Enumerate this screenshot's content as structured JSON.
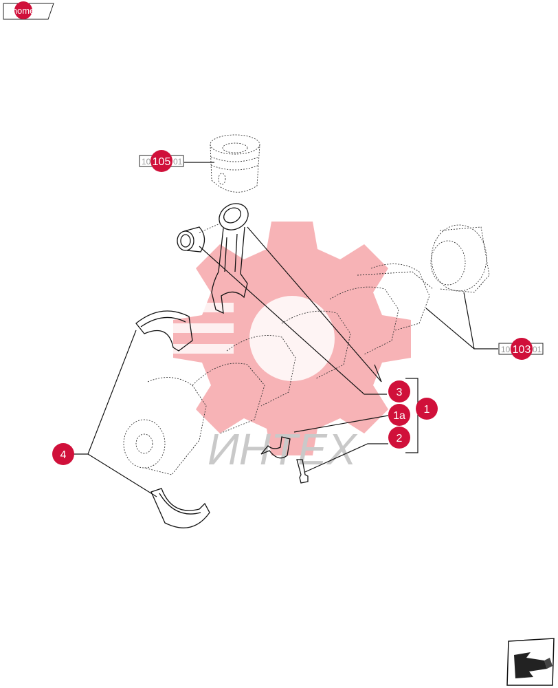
{
  "home_button": {
    "label": "home"
  },
  "references": [
    {
      "id": "ref-105",
      "label": "105",
      "ghost_left": "10",
      "ghost_right": "01"
    },
    {
      "id": "ref-103",
      "label": "103",
      "ghost_left": "10",
      "ghost_right": "01"
    }
  ],
  "callouts": [
    {
      "id": "callout-3",
      "label": "3"
    },
    {
      "id": "callout-1",
      "label": "1"
    },
    {
      "id": "callout-1a",
      "label": "1a"
    },
    {
      "id": "callout-2",
      "label": "2"
    },
    {
      "id": "callout-4",
      "label": "4"
    }
  ],
  "watermark": {
    "text": "ИНТЕХ"
  },
  "colors": {
    "callout": "#d0103a",
    "watermark": "#e8252f"
  }
}
